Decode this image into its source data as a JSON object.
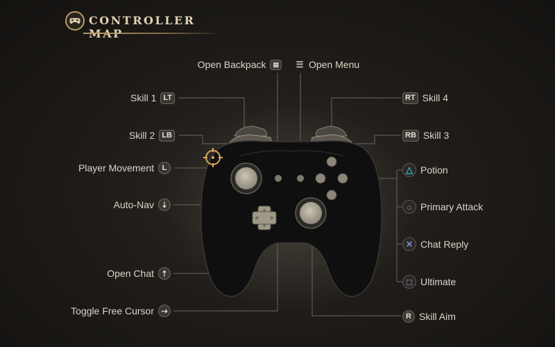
{
  "header": {
    "title": "CONTROLLER MAP",
    "icon": "gamepad-icon",
    "accent": "#b89b67"
  },
  "mappings": {
    "top": [
      {
        "id": "open-backpack",
        "label": "Open Backpack",
        "button": "▤",
        "button_name": "touchpad-left-icon"
      },
      {
        "id": "open-menu",
        "label": "Open Menu",
        "button": "☰",
        "button_name": "options-icon"
      }
    ],
    "left": [
      {
        "id": "skill-1",
        "label": "Skill 1",
        "button": "LT"
      },
      {
        "id": "skill-2",
        "label": "Skill 2",
        "button": "LB"
      },
      {
        "id": "player-movement",
        "label": "Player Movement",
        "button": "L"
      },
      {
        "id": "auto-nav",
        "label": "Auto-Nav",
        "button": "⇣"
      },
      {
        "id": "open-chat",
        "label": "Open Chat",
        "button": "⇡"
      },
      {
        "id": "toggle-free-cursor",
        "label": "Toggle Free Cursor",
        "button": "⇢"
      }
    ],
    "right": [
      {
        "id": "skill-4",
        "label": "Skill 4",
        "button": "RT"
      },
      {
        "id": "skill-3",
        "label": "Skill 3",
        "button": "RB"
      },
      {
        "id": "potion",
        "label": "Potion",
        "button": "△",
        "color": "#38b6c9"
      },
      {
        "id": "primary-attack",
        "label": "Primary Attack",
        "button": "○",
        "color": "#d06f8f"
      },
      {
        "id": "chat-reply",
        "label": "Chat Reply",
        "button": "✕",
        "color": "#7f8fe0"
      },
      {
        "id": "ultimate",
        "label": "Ultimate",
        "button": "□",
        "color": "#c190e0"
      },
      {
        "id": "skill-aim",
        "label": "Skill Aim",
        "button": "R"
      }
    ]
  },
  "colors": {
    "background": "#1f1c19",
    "controller_body": "#0f0f10",
    "controller_stick": "#b3ad9a",
    "line": "#6b665d",
    "cursor_ring": "#d9a860"
  }
}
